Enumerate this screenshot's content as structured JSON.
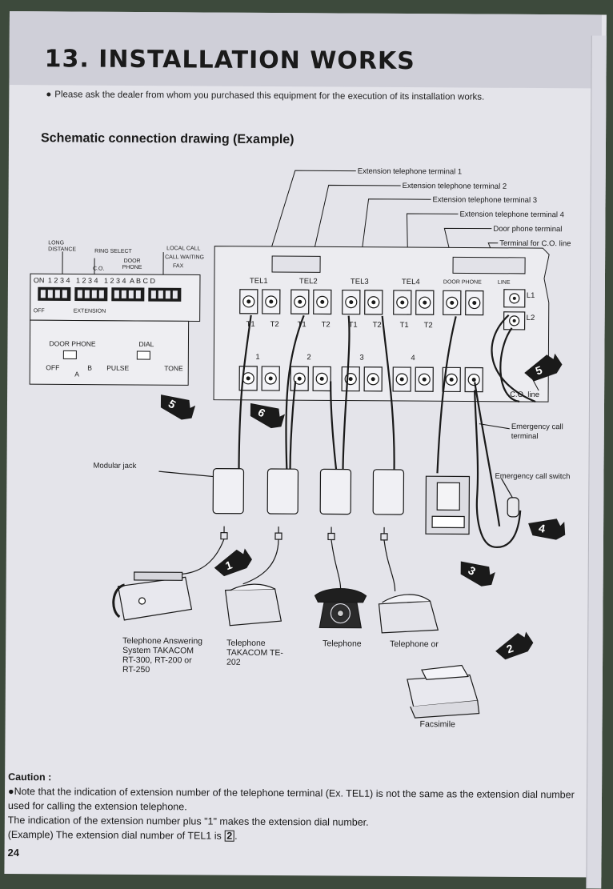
{
  "page": {
    "title": "13. INSTALLATION WORKS",
    "intro": "Please ask the dealer from whom you purchased this equipment for the execution of its installation works.",
    "section_heading": "Schematic connection drawing (Example)",
    "page_number": "24"
  },
  "callouts": [
    "Extension telephone terminal 1",
    "Extension telephone terminal 2",
    "Extension telephone terminal 3",
    "Extension telephone terminal 4",
    "Door phone terminal",
    "Terminal for C.O. line"
  ],
  "switch_panel": {
    "long_distance": "LONG DISTANCE",
    "ring_select": "RING SELECT",
    "co": "C.O.",
    "door_phone_small": "DOOR PHONE",
    "local_call": "LOCAL CALL",
    "call_waiting": "CALL WAITING",
    "fax": "FAX",
    "row_on": "ON",
    "row_digits": "1 2 3 4   1 2 3 4   1 2 3 4  A B C D",
    "off": "OFF",
    "extension": "EXTENSION",
    "door_phone": "DOOR PHONE",
    "dial": "DIAL",
    "off2": "OFF",
    "a": "A",
    "b": "B",
    "pulse": "PULSE",
    "tone": "TONE"
  },
  "unit": {
    "tel_labels": [
      "TEL1",
      "TEL2",
      "TEL3",
      "TEL4"
    ],
    "door_phone": "DOOR PHONE",
    "line": "LINE",
    "t1": "T1",
    "t2": "T2",
    "l1": "L1",
    "l2": "L2",
    "bottom_labels": [
      "1",
      "2",
      "3",
      "4"
    ]
  },
  "side_labels": {
    "co_line": "C.O. line",
    "emergency_terminal": "Emergency call terminal",
    "emergency_switch": "Emergency call switch",
    "modular_jack": "Modular jack"
  },
  "steps": [
    "1",
    "2",
    "3",
    "4",
    "5",
    "5",
    "6"
  ],
  "devices": {
    "answering": "Telephone Answering System TAKACOM RT-300, RT-200 or RT-250",
    "takacom": "Telephone TAKACOM TE-202",
    "telephone": "Telephone",
    "telephone_or": "Telephone or",
    "facsimile": "Facsimile"
  },
  "caution": {
    "heading": "Caution :",
    "line1": "Note that the indication of extension number of the telephone terminal (Ex. TEL1) is not the same as the extension dial number used for calling the extension telephone.",
    "line2": "The indication of the extension number plus \"1\" makes the extension dial number.",
    "line3": "(Example) The extension dial number of TEL1 is",
    "boxed_number": "2"
  }
}
